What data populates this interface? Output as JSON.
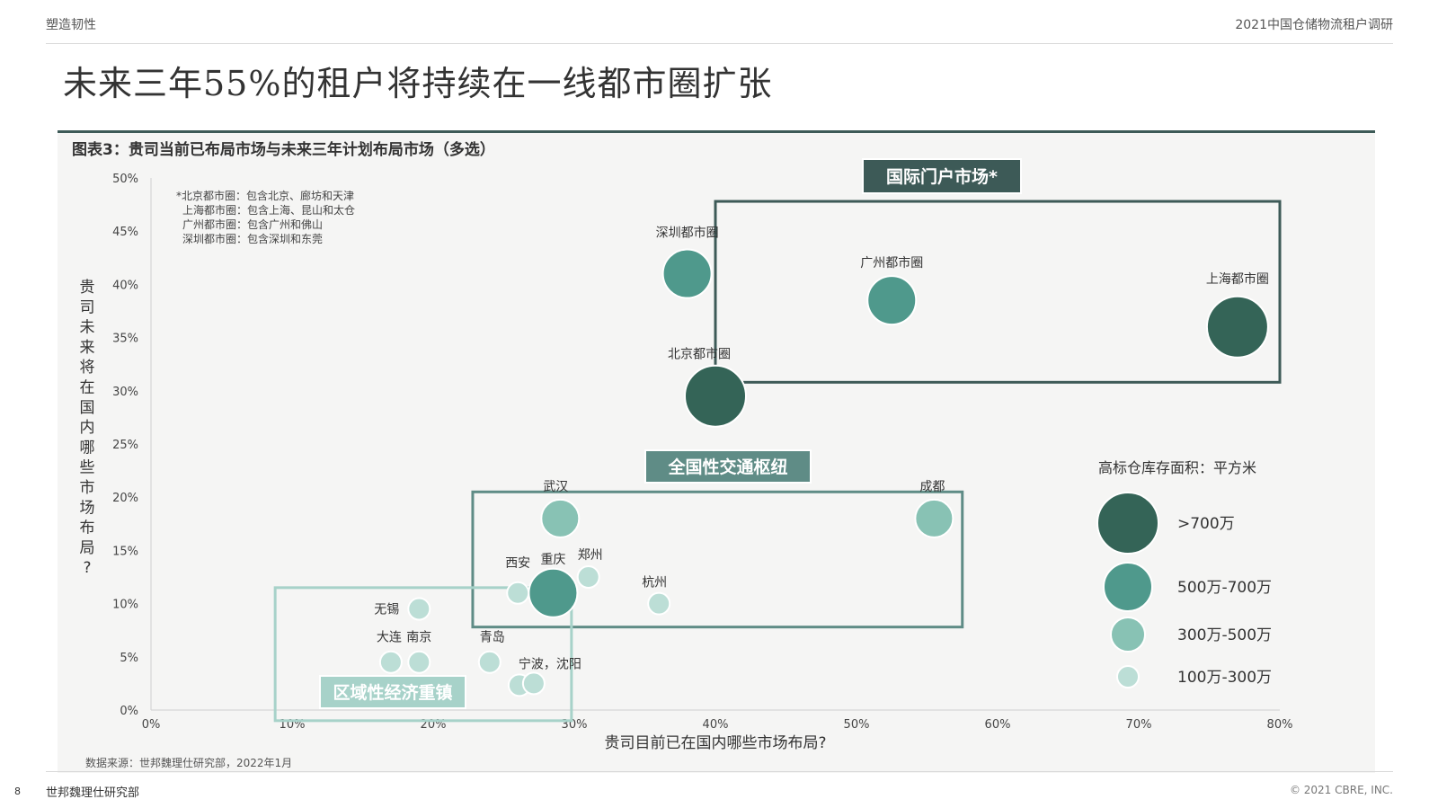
{
  "header": {
    "left": "塑造韧性",
    "right": "2021中国仓储物流租户调研"
  },
  "title": "未来三年55%的租户将持续在一线都市圈扩张",
  "figure_title": "图表3：贵司当前已布局市场与未来三年计划布局市场（多选）",
  "source": "数据来源：世邦魏理仕研究部，2022年1月",
  "footer": {
    "page": "8",
    "left": "世邦魏理仕研究部",
    "right": "© 2021 CBRE, INC."
  },
  "notes": [
    "*北京都市圈：包含北京、廊坊和天津",
    "上海都市圈：包含上海、昆山和太仓",
    "广州都市圈：包含广州和佛山",
    "深圳都市圈：包含深圳和东莞"
  ],
  "groups": [
    {
      "label": "国际门户市场*",
      "color": "#3d5a57"
    },
    {
      "label": "全国性交通枢纽",
      "color": "#5f8c86"
    },
    {
      "label": "区域性经济重镇",
      "color": "#a7d2c9"
    }
  ],
  "legend": {
    "title": "高标仓库存面积：平方米",
    "items": [
      {
        "label": ">700万",
        "color": "#346457"
      },
      {
        "label": "500万-700万",
        "color": "#4f998c"
      },
      {
        "label": "300万-500万",
        "color": "#88c2b4"
      },
      {
        "label": "100万-300万",
        "color": "#bcded6"
      }
    ]
  },
  "chart_data": {
    "type": "scatter",
    "xlabel": "贵司目前已在国内哪些市场布局?",
    "ylabel": "贵司未来将在国内哪些市场布局?",
    "xlim": [
      0,
      80
    ],
    "ylim": [
      0,
      50
    ],
    "xticks": [
      "0%",
      "10%",
      "20%",
      "30%",
      "40%",
      "50%",
      "60%",
      "70%",
      "80%"
    ],
    "yticks": [
      "0%",
      "5%",
      "10%",
      "15%",
      "20%",
      "25%",
      "30%",
      "35%",
      "40%",
      "45%",
      "50%"
    ],
    "points": [
      {
        "name": "深圳都市圈",
        "x": 38,
        "y": 41,
        "size": 1
      },
      {
        "name": "广州都市圈",
        "x": 52.5,
        "y": 38.5,
        "size": 1
      },
      {
        "name": "上海都市圈",
        "x": 77,
        "y": 36,
        "size": 0
      },
      {
        "name": "北京都市圈",
        "x": 40,
        "y": 29.5,
        "size": 0
      },
      {
        "name": "武汉",
        "x": 29,
        "y": 18,
        "size": 2
      },
      {
        "name": "成都",
        "x": 55.5,
        "y": 18,
        "size": 2
      },
      {
        "name": "重庆",
        "x": 28.5,
        "y": 11,
        "size": 1
      },
      {
        "name": "西安",
        "x": 26,
        "y": 11,
        "size": 3
      },
      {
        "name": "郑州",
        "x": 31,
        "y": 12.5,
        "size": 3
      },
      {
        "name": "杭州",
        "x": 36,
        "y": 10,
        "size": 3
      },
      {
        "name": "无锡",
        "x": 19,
        "y": 9.5,
        "size": 3
      },
      {
        "name": "大连",
        "x": 17,
        "y": 4.5,
        "size": 3
      },
      {
        "name": "南京",
        "x": 19,
        "y": 4.5,
        "size": 3
      },
      {
        "name": "青岛",
        "x": 24,
        "y": 4.5,
        "size": 3
      },
      {
        "name": "宁波，沈阳",
        "x": 27,
        "y": 2.5,
        "size": 3
      }
    ]
  }
}
